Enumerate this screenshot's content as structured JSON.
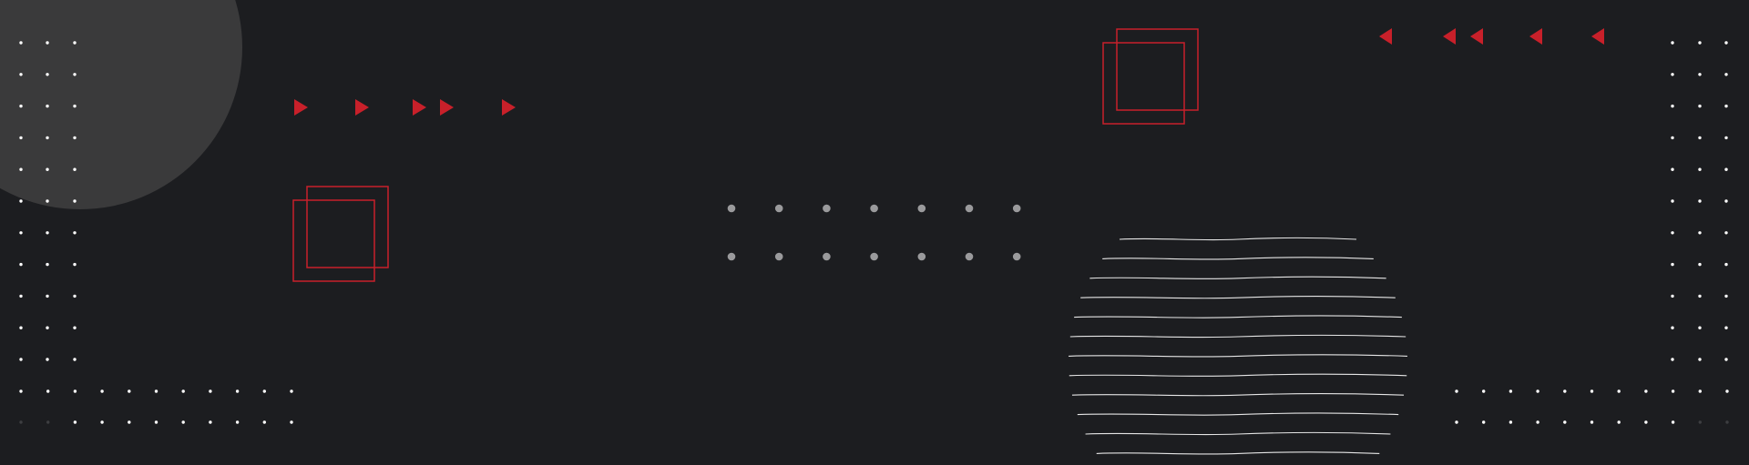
{
  "colors": {
    "background": "#1c1d20",
    "circle": "#3a3a3b",
    "accent_red": "#c8202a",
    "dot_white": "#ffffff",
    "dot_grey": "#9a9a9c",
    "wave_line": "#e6e6e6"
  },
  "decorations": {
    "left_arrows": {
      "icon": "play-triangle-right",
      "count": 5
    },
    "right_arrows": {
      "icon": "play-triangle-left",
      "count": 5
    },
    "outline_square_pairs": 2,
    "center_dot_grid": {
      "rows": 2,
      "cols": 7
    },
    "wave_sphere_lines": 12
  }
}
